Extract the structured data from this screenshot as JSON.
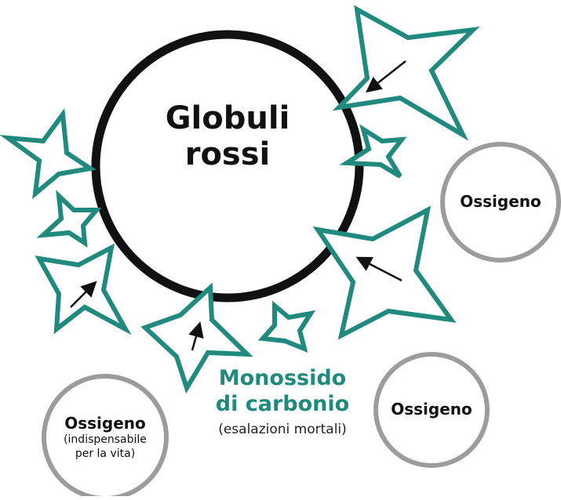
{
  "red_cells": {
    "line1": "Globuli",
    "line2": "rossi"
  },
  "carbon_monoxide": {
    "line1": "Monossido",
    "line2": "di carbonio",
    "note": "(esalazioni mortali)"
  },
  "oxygen_right": {
    "label": "Ossigeno"
  },
  "oxygen_bottom_right": {
    "label": "Ossigeno"
  },
  "oxygen_bottom_left": {
    "label": "Ossigeno",
    "note_line1": "(indispensabile",
    "note_line2": "per la vita)"
  },
  "colors": {
    "cell_outline": "#111111",
    "co_shape": "#1f8a7d",
    "co_text": "#1f8a7d",
    "oxygen_outline": "#9c9c9c"
  }
}
